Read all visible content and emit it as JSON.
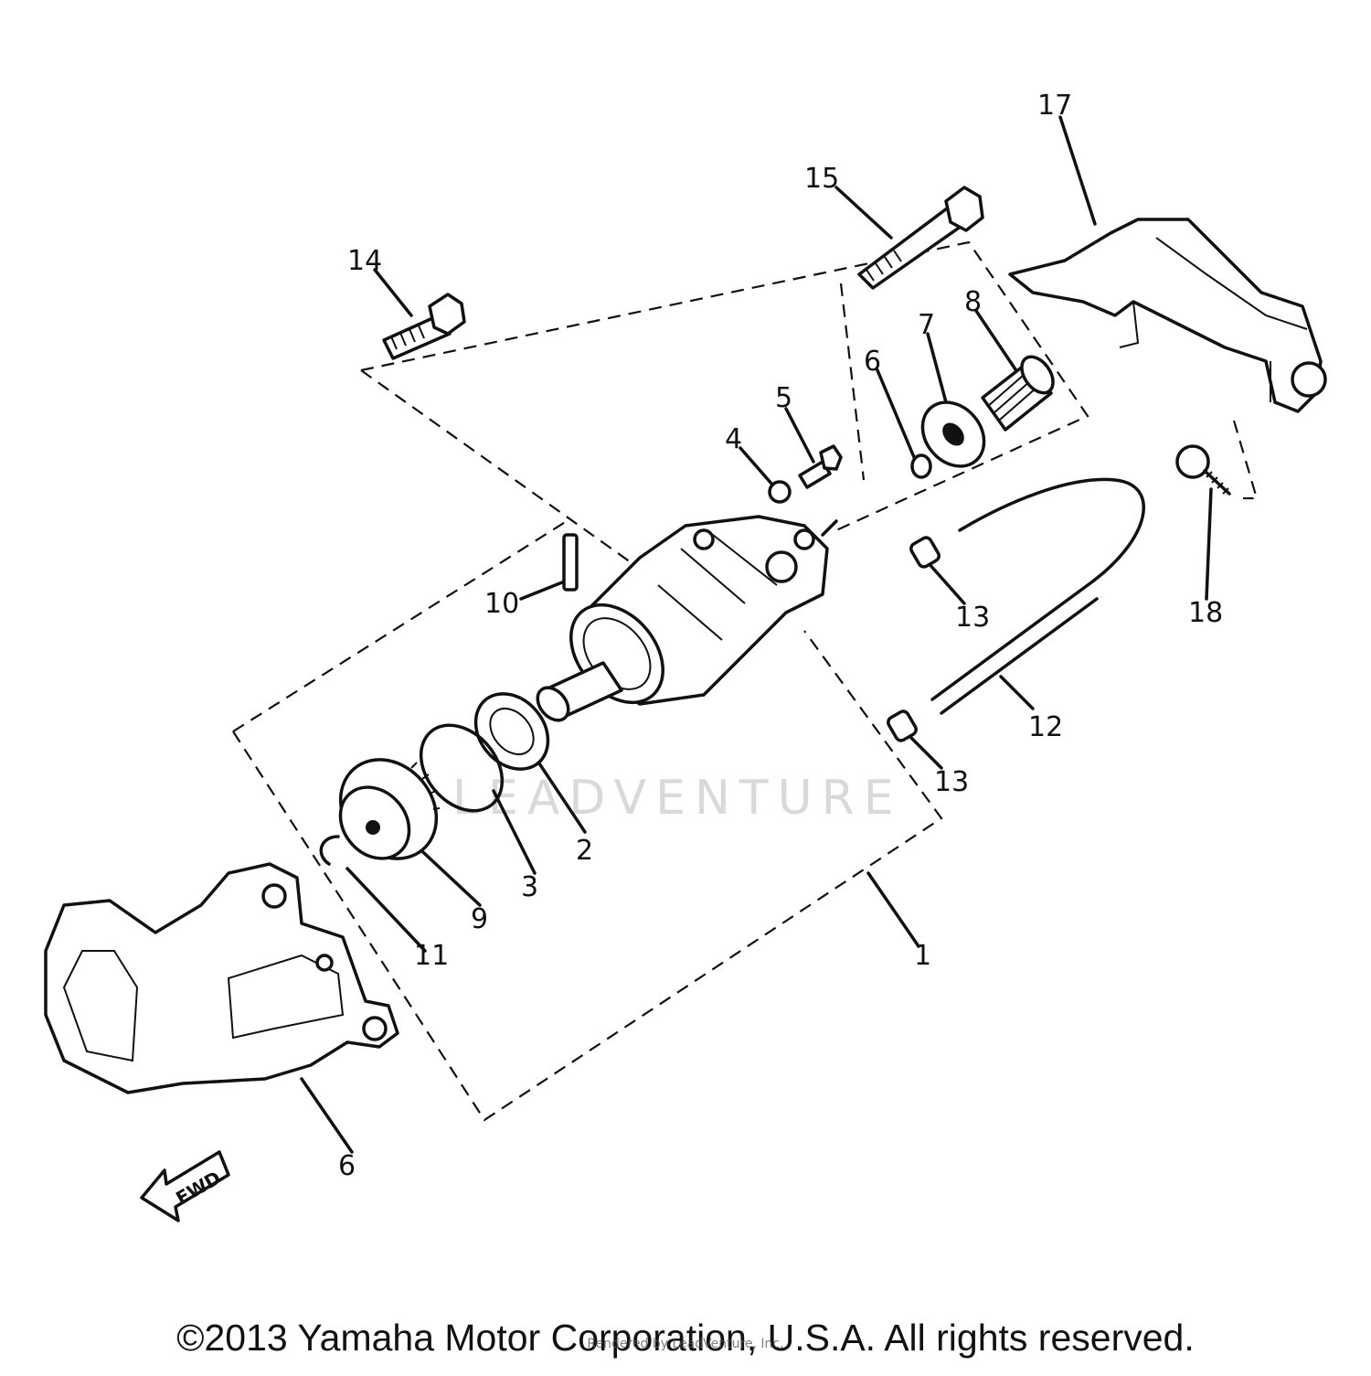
{
  "diagram": {
    "part_labels": [
      "1",
      "2",
      "3",
      "4",
      "5",
      "6",
      "6",
      "7",
      "8",
      "9",
      "10",
      "11",
      "12",
      "13",
      "13",
      "14",
      "15",
      "17",
      "18"
    ],
    "direction_marker": "FWD",
    "watermark": "LEADVENTURE"
  },
  "footer": {
    "copyright": "©2013 Yamaha Motor Corporation, U.S.A. All rights reserved.",
    "rendered_by": "Rendered by LeadVenture, Inc."
  }
}
